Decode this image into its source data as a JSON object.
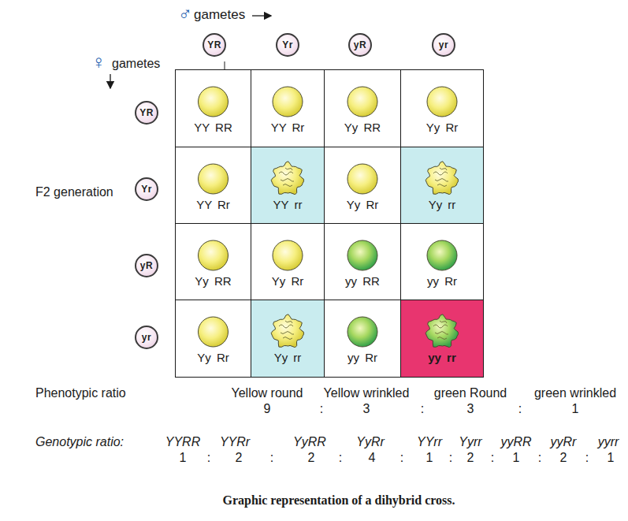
{
  "diagram": {
    "caption": "Graphic representation of a dihybrid cross.",
    "nodes": [
      {
        "text": [
          "YR"
        ]
      },
      {
        "text": [
          "Yr"
        ]
      },
      {
        "text": [
          "yR"
        ]
      },
      {
        "text": [
          "yr"
        ]
      },
      {
        "text": [
          "YR"
        ]
      },
      {
        "text": [
          "YY RR"
        ]
      },
      {
        "text": [
          "YY Rr"
        ]
      },
      {
        "text": [
          "Yy RR"
        ]
      },
      {
        "text": [
          "Yy Rr"
        ]
      },
      {
        "text": [
          "Yr"
        ]
      },
      {
        "text": [
          "YY Rr"
        ]
      },
      {
        "text": [
          "YY rr"
        ]
      },
      {
        "text": [
          "Yy Rr"
        ]
      },
      {
        "text": [
          "Yy rr"
        ]
      },
      {
        "text": [
          "yR"
        ]
      },
      {
        "text": [
          "Yy RR"
        ]
      },
      {
        "text": [
          "Yy Rr"
        ]
      },
      {
        "text": [
          "yy RR"
        ]
      },
      {
        "text": [
          "yy Rr"
        ]
      },
      {
        "text": [
          "yr"
        ]
      },
      {
        "text": [
          "Yy Rr"
        ]
      },
      {
        "text": [
          "Yy rr"
        ]
      },
      {
        "text": [
          "yy Rr"
        ]
      },
      {
        "text": [
          "yy rr"
        ]
      }
    ],
    "labels": [
      "♂",
      "gametes",
      "♀",
      "gametes",
      "F2 generation",
      "Phenotypic ratio",
      "Yellow round",
      "9",
      ":",
      "Yellow wrinkled",
      "3",
      ":",
      "green Round",
      "3",
      ":",
      "green wrinkled",
      "1",
      "Genotypic ratio:",
      "YYRR",
      "YYRr",
      "YyRR",
      "YyRr",
      "YYrr",
      "Yyrr",
      "yyRR",
      "yyRr",
      "yyrr",
      "1",
      ":",
      "2",
      ":",
      "2",
      ":",
      "4",
      ":",
      "1",
      ":",
      "2",
      ":",
      "1",
      ":",
      "2",
      ":",
      "1"
    ]
  }
}
